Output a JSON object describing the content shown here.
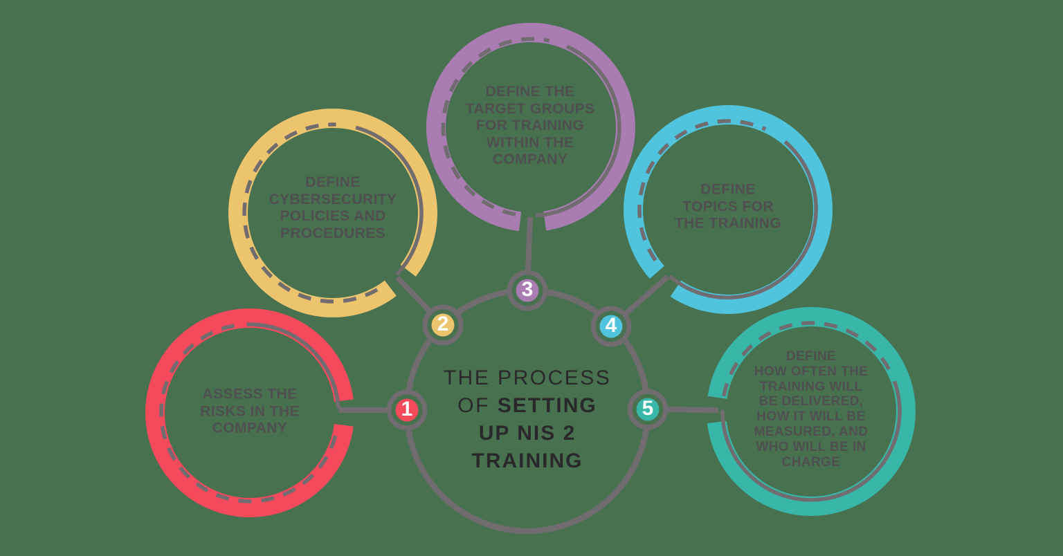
{
  "diagram_title": {
    "line1": "THE PROCESS",
    "line2_light": "OF ",
    "line2_bold": "SETTING",
    "line3": "UP NIS 2",
    "line4": "TRAINING"
  },
  "steps": [
    {
      "number": "1",
      "color": "#F5495C",
      "label": "ASSESS THE\nRISKS IN THE\nCOMPANY"
    },
    {
      "number": "2",
      "color": "#ECC46E",
      "label": "DEFINE\nCYBERSECURITY\nPOLICIES AND\nPROCEDURES"
    },
    {
      "number": "3",
      "color": "#A97CB2",
      "label": "DEFINE THE\nTARGET GROUPS\nFOR TRAINING\nWITHIN THE\nCOMPANY"
    },
    {
      "number": "4",
      "color": "#4FC4DC",
      "label": "DEFINE\nTOPICS FOR\nTHE TRAINING"
    },
    {
      "number": "5",
      "color": "#38B7A9",
      "label": "DEFINE\nHOW OFTEN THE\nTRAINING WILL\nBE DELIVERED,\nHOW IT WILL BE\nMEASURED, AND\nWHO WILL BE IN\nCHARGE"
    }
  ],
  "colors": {
    "background": "#48714F",
    "background_style": "background-color:#48714F",
    "line": "#716C6F",
    "title_text": "#2A282B",
    "label_text": "#514B50"
  }
}
